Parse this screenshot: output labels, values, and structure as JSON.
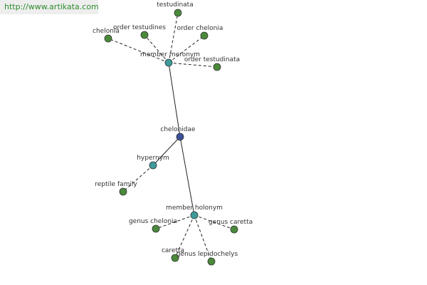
{
  "watermark": "http://www.artikata.com",
  "colors": {
    "center": "#3a4f9a",
    "relation": "#3e9a9a",
    "leaf": "#4a8a3a"
  },
  "nodes": {
    "chelonidae": "chelonidae",
    "member_meronym": "member meronym",
    "hypernym": "hypernym",
    "member_holonym": "member holonym",
    "testudinata": "testudinata",
    "chelonia_top": "chelonia",
    "order_testudines": "order testudines",
    "order_chelonia": "order chelonia",
    "order_testudinata": "order testudinata",
    "reptile_family": "reptile family",
    "genus_chelonia": "genus chelonia",
    "genus_caretta": "genus caretta",
    "caretta": "caretta",
    "genus_lepidochelys": "genus lepidochelys"
  }
}
